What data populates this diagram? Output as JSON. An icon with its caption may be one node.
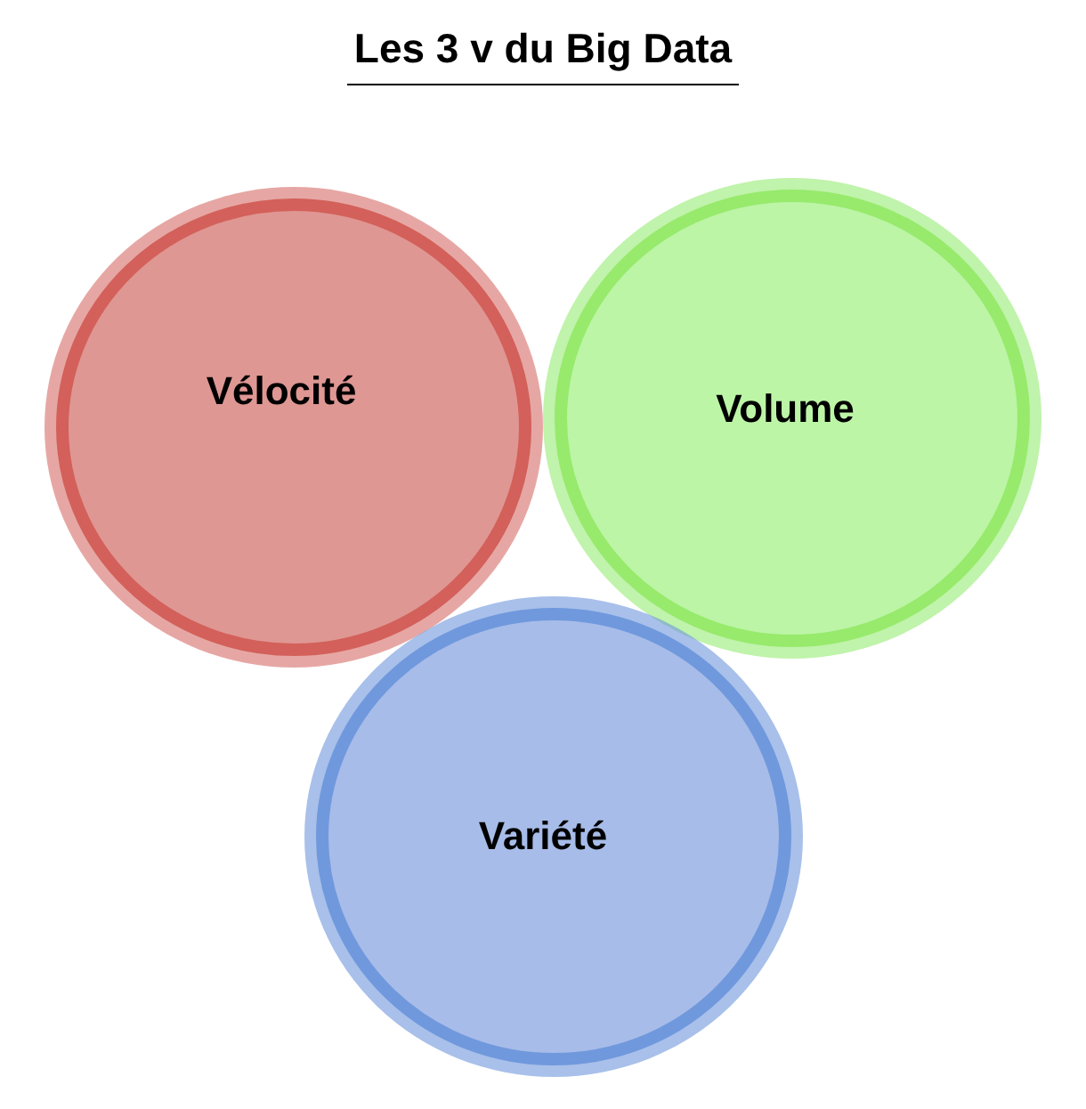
{
  "diagram": {
    "title": "Les 3 v du Big Data",
    "nodes": [
      {
        "text": [
          "Vélocité"
        ]
      },
      {
        "text": [
          "Volume"
        ]
      },
      {
        "text": [
          "Variété"
        ]
      }
    ]
  }
}
